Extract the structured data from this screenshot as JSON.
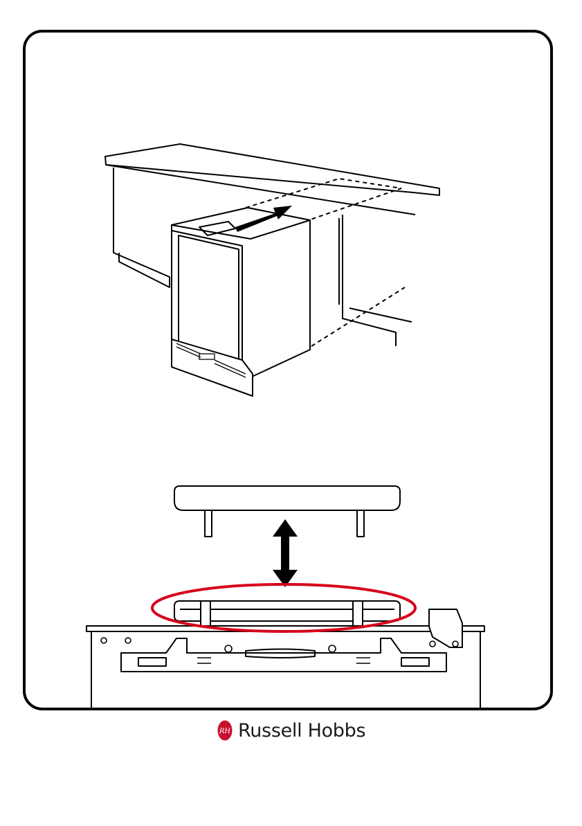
{
  "brand": {
    "name": "Russell Hobbs",
    "logo_monogram": "RH",
    "logo_color": "#c8102e"
  },
  "figure_top": {
    "icon": "appliance-slide-into-cabinet-illustration",
    "arrow_icon": "push-arrow-icon"
  },
  "figure_bottom": {
    "icon": "top-cover-removal-illustration",
    "arrow_icon": "double-arrow-icon",
    "highlight_color": "#d6001c"
  }
}
